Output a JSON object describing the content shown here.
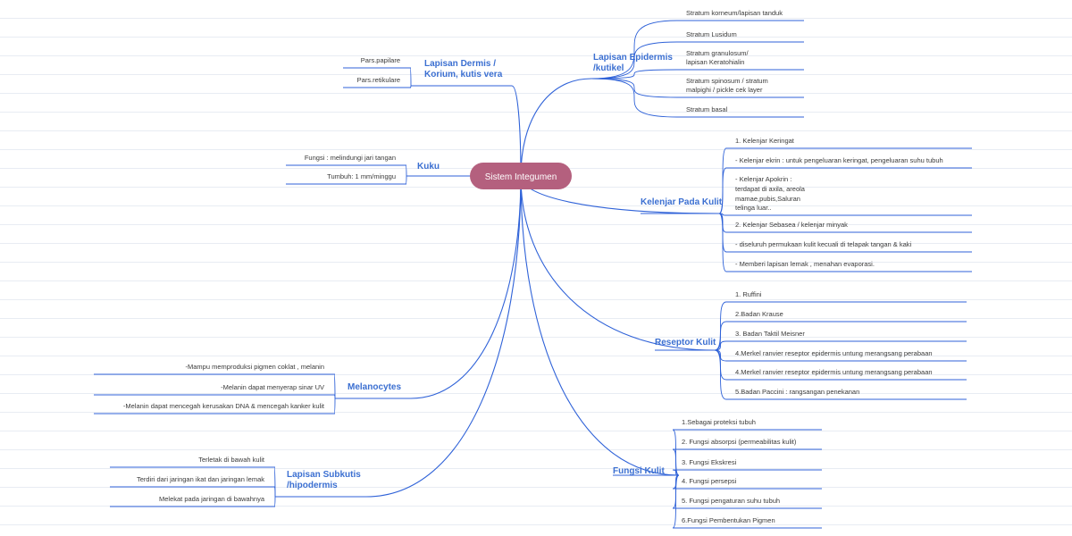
{
  "center": {
    "label": "Sistem Integumen"
  },
  "branches": [
    {
      "id": "epidermis",
      "label": "Lapisan Epidermis /kutikel",
      "items": [
        "Stratum korneum/lapisan tanduk",
        "Stratum Lusidum",
        "Stratum granulosum/ lapisan Keratohialin",
        "Stratum spinosum / stratum malpighi / pickle cek layer",
        "Stratum basal"
      ]
    },
    {
      "id": "kelenjar",
      "label": "Kelenjar Pada Kulit",
      "items": [
        "1. Kelenjar Keringat",
        "- Kelenjar ekrin : untuk pengeluaran keringat, pengeluaran suhu tubuh",
        "- Kelenjar Apokrin : terdapat di axila, areola mamae,pubis,Saluran telinga luar..",
        "2. Kelenjar Sebasea / kelenjar minyak",
        "- diseluruh permukaan kulit kecuali di telapak tangan & kaki",
        "- Memberi lapisan lemak , menahan evaporasi."
      ]
    },
    {
      "id": "reseptor",
      "label": "Reseptor Kulit",
      "items": [
        "1. Ruffini",
        "2.Badan Krause",
        "3. Badan Taktil Meisner",
        "4.Merkel ranvier reseptor epidermis untung merangsang perabaan",
        "4.Merkel ranvier reseptor epidermis untung merangsang perabaan",
        "5.Badan Paccini : rangsangan penekanan"
      ]
    },
    {
      "id": "fungsi",
      "label": "Fungsi Kulit",
      "items": [
        "1.Sebagai proteksi tubuh",
        "2. Fungsi absorpsi (permeabilitas kulit)",
        "3. Fungsi Ekskresi",
        "4. Fungsi persepsi",
        "5. Fungsi pengaturan suhu tubuh",
        "6.Fungsi Pembentukan Pigmen"
      ]
    },
    {
      "id": "dermis",
      "label": "Lapisan Dermis / Korium, kutis vera",
      "items": [
        "Pars.papilare",
        "Pars.retikulare"
      ]
    },
    {
      "id": "kuku",
      "label": "Kuku",
      "items": [
        "Fungsi : melindungi jari tangan",
        "Tumbuh: 1 mm/minggu"
      ]
    },
    {
      "id": "melanocytes",
      "label": "Melanocytes",
      "items": [
        "-Mampu memproduksi pigmen coklat , melanin",
        "-Melanin dapat menyerap sinar UV",
        "-Melanin dapat mencegah kerusakan DNA & mencegah kanker kulit"
      ]
    },
    {
      "id": "subkutis",
      "label": "Lapisan Subkutis /hipodermis",
      "items": [
        "Terletak di bawah kulit",
        "Terdiri dari jaringan ikat dan jaringan lemak",
        "Melekat pada jaringan di bawahnya"
      ]
    }
  ],
  "colors": {
    "line": "#2f62d8",
    "center_fill": "#b4607e",
    "center_text": "#ffffff",
    "branch_text": "#3b6fd1",
    "leaf_text": "#3a3a3a",
    "paper_line": "#e8ecf3"
  }
}
